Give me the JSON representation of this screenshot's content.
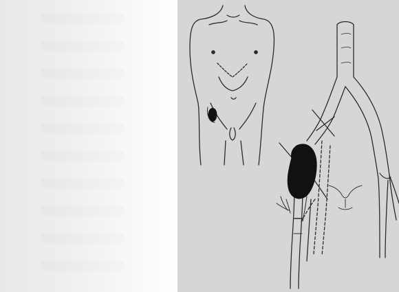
{
  "figure": {
    "panels": [
      "blank-page",
      "anatomical-illustration"
    ],
    "illustration": {
      "subjects": [
        "torso-outline",
        "abdominal-mass",
        "aorta",
        "iliac-arteries",
        "bypass-graft",
        "mass"
      ]
    },
    "colors": {
      "left_background": "#ececec",
      "right_background": "#d6d6d6",
      "line": "#2a2a2a",
      "mass_fill": "#111111"
    }
  }
}
